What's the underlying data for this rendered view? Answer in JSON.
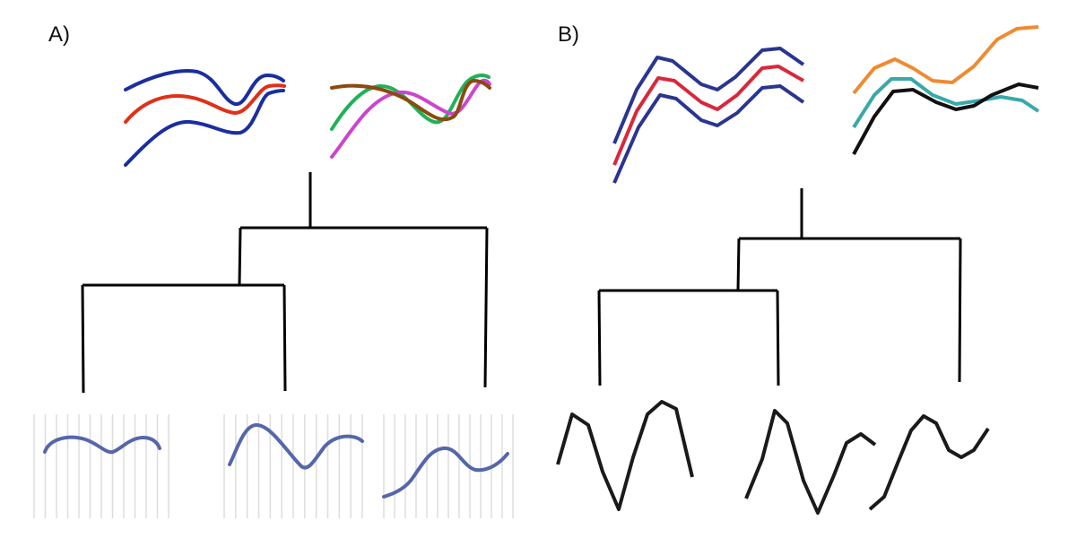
{
  "panels": [
    {
      "label": "A)",
      "style": "smooth",
      "top_curves": {
        "left_group": [
          "#1a2ea0",
          "#e03018",
          "#1a2ea0"
        ],
        "right_group": [
          "#22b05a",
          "#cc44cc",
          "#8b4a10"
        ]
      },
      "leaf_curve_color": "#5566aa",
      "leaf_grid_color": "#dddddd",
      "leaves": 3
    },
    {
      "label": "B)",
      "style": "polyline",
      "top_curves": {
        "left_group": [
          "#2a3590",
          "#d8283c",
          "#2a3590"
        ],
        "right_group": [
          "#f08a30",
          "#3aa8a8",
          "#111111"
        ]
      },
      "leaf_curve_color": "#1a1a1a",
      "leaves": 3
    }
  ],
  "colors": {
    "tree": "#000000",
    "background": "#ffffff"
  }
}
